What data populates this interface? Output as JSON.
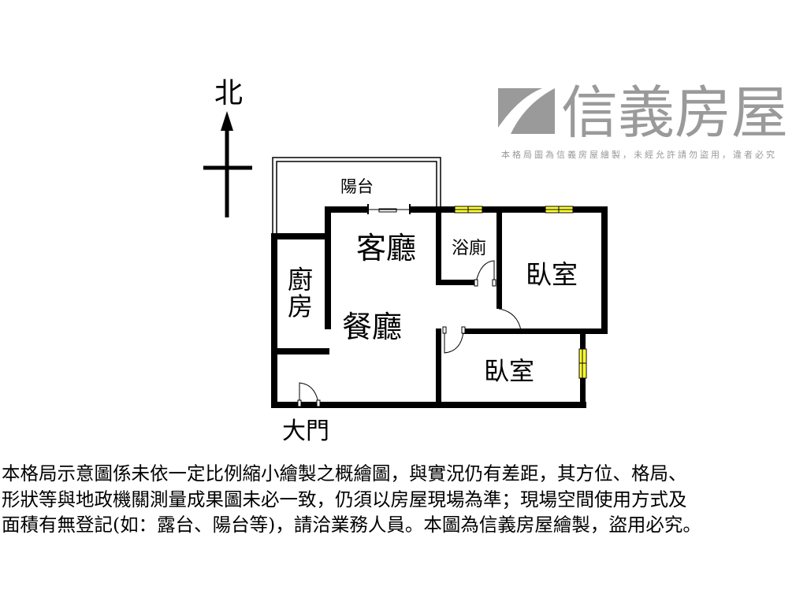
{
  "compass": {
    "north_label": "北"
  },
  "rooms": {
    "balcony": "陽台",
    "living_room": "客廳",
    "bathroom": "浴廁",
    "bedroom_1": "臥室",
    "kitchen_1": "廚",
    "kitchen_2": "房",
    "dining_room": "餐廳",
    "bedroom_2": "臥室",
    "main_door": "大門"
  },
  "watermark": {
    "brand": "信義房屋",
    "notice": "本格局圖為信義房屋繪製，未經允許請勿盜用，違者必究"
  },
  "colors": {
    "wall": "#000000",
    "window": "#ffff33",
    "watermark": "#9a9a9a"
  },
  "disclaimer": {
    "line1": "本格局示意圖係未依一定比例縮小繪製之概繪圖，與實況仍有差距，其方位、格局、",
    "line2": "形狀等與地政機關測量成果圖未必一致，仍須以房屋現場為準；現場空間使用方式及",
    "line3": "面積有無登記(如：露台、陽台等)，請洽業務人員。本圖為信義房屋繪製，盜用必究。"
  }
}
